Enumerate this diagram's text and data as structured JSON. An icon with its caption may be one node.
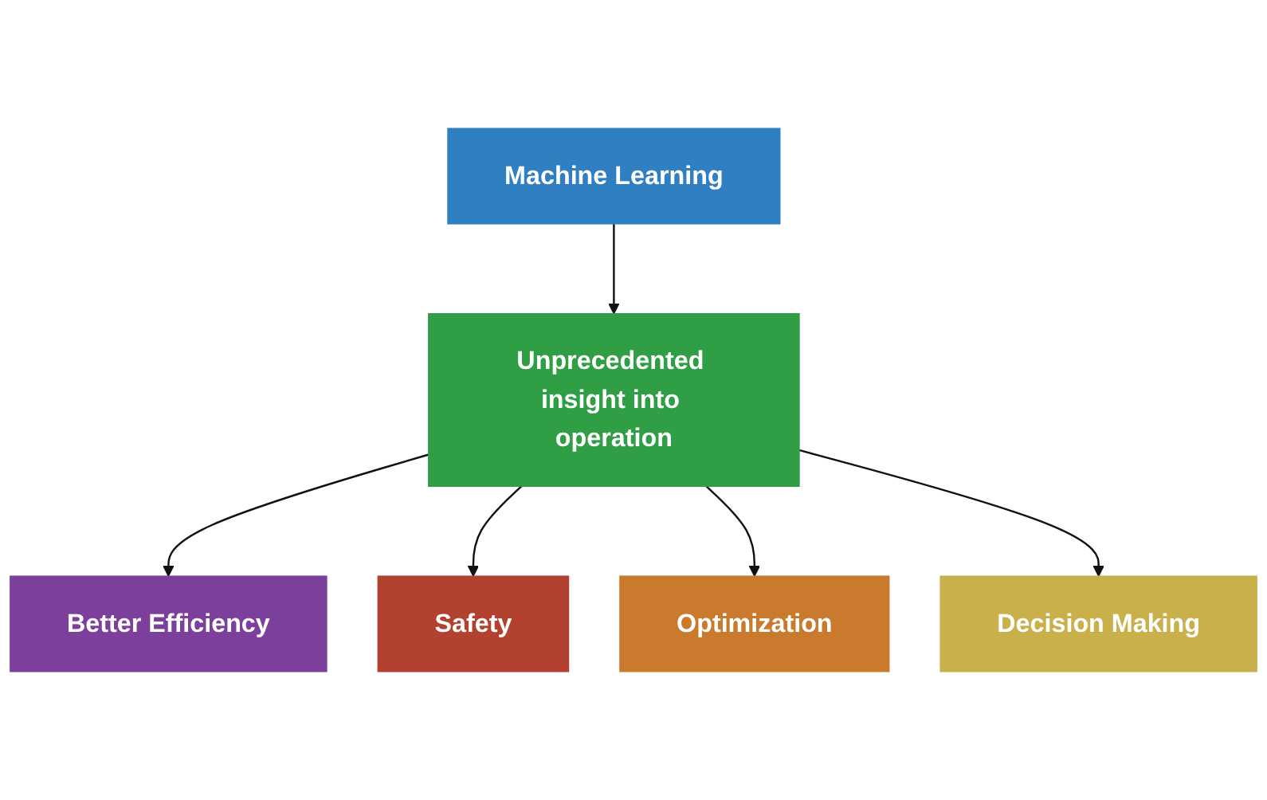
{
  "diagram": {
    "nodes": [
      {
        "text": [
          "Machine Learning"
        ]
      },
      {
        "text": [
          "Unprecedented insight into operation"
        ]
      },
      {
        "text": [
          "Better Efficiency"
        ]
      },
      {
        "text": [
          "Safety"
        ]
      },
      {
        "text": [
          "Optimization"
        ]
      },
      {
        "text": [
          "Decision Making"
        ]
      }
    ],
    "edges": [
      {
        "from": 0,
        "to": 1,
        "arrow": "to"
      },
      {
        "from": 1,
        "to": 2,
        "arrow": "to"
      },
      {
        "from": 1,
        "to": 3,
        "arrow": "to"
      },
      {
        "from": 1,
        "to": 4,
        "arrow": "to"
      },
      {
        "from": 1,
        "to": 5,
        "arrow": "to"
      }
    ]
  }
}
